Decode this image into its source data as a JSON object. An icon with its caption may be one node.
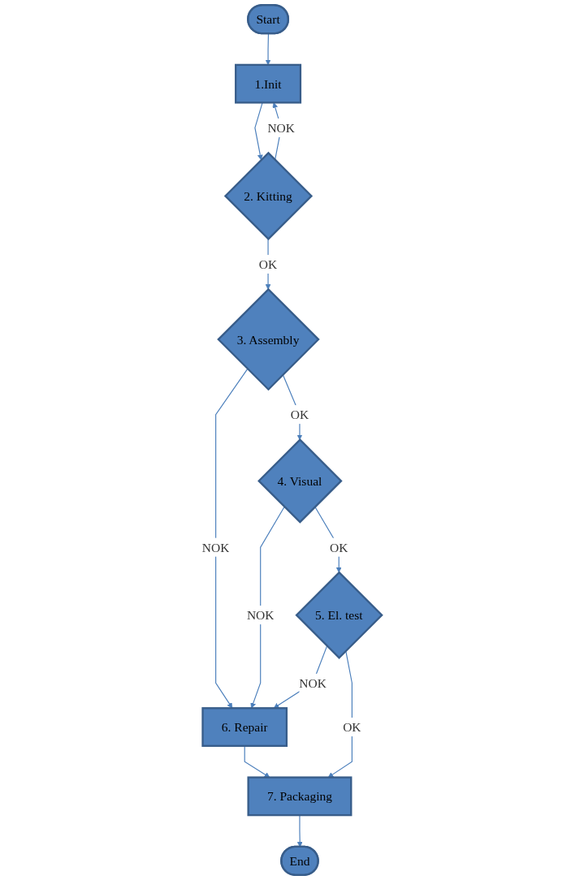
{
  "diagram": {
    "nodes": [
      {
        "text": [
          "Start"
        ]
      },
      {
        "text": [
          "1.Init"
        ]
      },
      {
        "text": [
          "2. Kitting"
        ]
      },
      {
        "text": [
          "3. Assembly"
        ]
      },
      {
        "text": [
          "4. Visual"
        ]
      },
      {
        "text": [
          "5. El. test"
        ]
      },
      {
        "text": [
          "6. Repair"
        ]
      },
      {
        "text": [
          "7. Packaging"
        ]
      },
      {
        "text": [
          "End"
        ]
      }
    ],
    "edges": [
      {
        "from": 0,
        "to": 1,
        "arrow": "to"
      },
      {
        "from": 1,
        "to": 2,
        "arrow": "to"
      },
      {
        "from": 2,
        "to": 1,
        "arrow": "to",
        "label": "NOK"
      },
      {
        "from": 2,
        "to": 3,
        "arrow": "to",
        "label": "OK"
      },
      {
        "from": 3,
        "to": 6,
        "arrow": "to",
        "label": "NOK"
      },
      {
        "from": 3,
        "to": 4,
        "arrow": "to",
        "label": "OK"
      },
      {
        "from": 4,
        "to": 6,
        "arrow": "to",
        "label": "NOK"
      },
      {
        "from": 4,
        "to": 5,
        "arrow": "to",
        "label": "OK"
      },
      {
        "from": 5,
        "to": 6,
        "arrow": "to",
        "label": "NOK"
      },
      {
        "from": 5,
        "to": 7,
        "arrow": "to",
        "label": "OK"
      },
      {
        "from": 6,
        "to": 7,
        "arrow": "to"
      },
      {
        "from": 7,
        "to": 8,
        "arrow": "to"
      }
    ]
  }
}
